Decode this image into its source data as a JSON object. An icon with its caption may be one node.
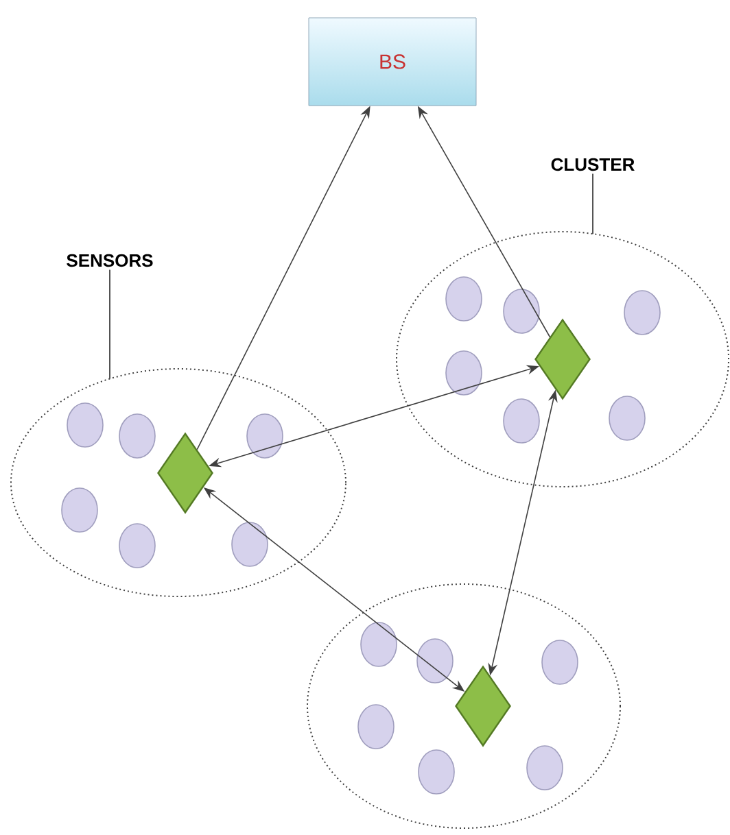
{
  "diagram": {
    "nodes": [
      {
        "text": [
          "BS"
        ]
      },
      {
        "text": [],
        "shape": "ellipse"
      },
      {
        "text": [],
        "shape": "diamond",
        "in": 1
      },
      {
        "text": [],
        "shape": "ellipse"
      },
      {
        "text": [],
        "shape": "diamond",
        "in": 3
      },
      {
        "text": [],
        "shape": "ellipse"
      },
      {
        "text": [],
        "shape": "diamond",
        "in": 5
      },
      {
        "text": [
          "SENSORS"
        ]
      },
      {
        "text": [
          "CLUSTER"
        ]
      }
    ],
    "edges": [
      {
        "from": 2,
        "to": 0,
        "arrow": "to"
      },
      {
        "from": 4,
        "to": 0,
        "arrow": "to"
      },
      {
        "from": 2,
        "to": 4,
        "arrow": "both"
      },
      {
        "from": 2,
        "to": 6,
        "arrow": "both"
      },
      {
        "from": 4,
        "to": 6,
        "arrow": "both"
      },
      {
        "from": 7,
        "to": 1,
        "arrow": "none"
      },
      {
        "from": 8,
        "to": 3,
        "arrow": "none"
      }
    ]
  }
}
